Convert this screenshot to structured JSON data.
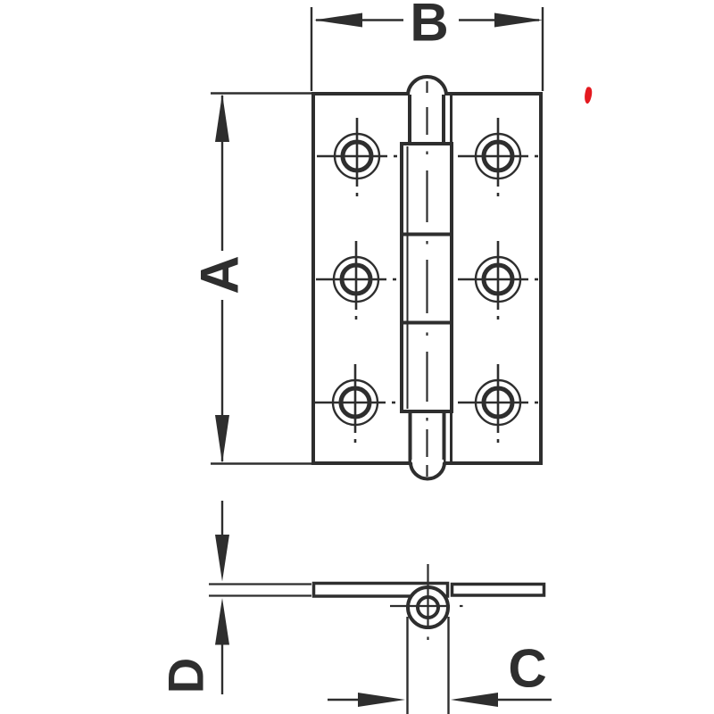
{
  "drawing": {
    "subject": "butt hinge dimensional drawing",
    "dims": {
      "a": "A",
      "b": "B",
      "c": "C",
      "d": "D"
    },
    "front_view": {
      "screw_hole_count": 6,
      "knuckle_segment_count": 5
    },
    "side_view": {
      "pin_barrel": "circle with center cross"
    }
  },
  "colors": {
    "line": "#2e2e2e",
    "accent_red": "#e4191f",
    "background": "#ffffff"
  }
}
